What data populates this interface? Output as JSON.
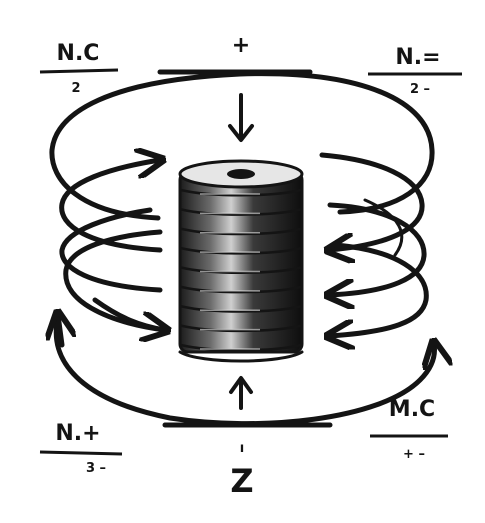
{
  "diagram": {
    "colors": {
      "ink": "#141414",
      "background": "#ffffff",
      "coil_light": "#bfbfbf",
      "coil_dark": "#1c1c1c"
    },
    "top_symbol": "+",
    "bottom_tick": "ı",
    "bottom_symbol": "Z",
    "labels": {
      "top_left": {
        "numerator": "N.C",
        "denominator": "2"
      },
      "top_right": {
        "numerator": "N.=",
        "denominator": "2 –"
      },
      "bottom_left": {
        "numerator": "N.+",
        "denominator": "3 –"
      },
      "bottom_right": {
        "numerator": "M.C",
        "denominator": "+ –"
      }
    },
    "coil_layers": 9,
    "icons": [
      "arrow-down-icon",
      "arrow-up-icon",
      "curved-arrow-icon",
      "solenoid-coil-icon"
    ]
  }
}
